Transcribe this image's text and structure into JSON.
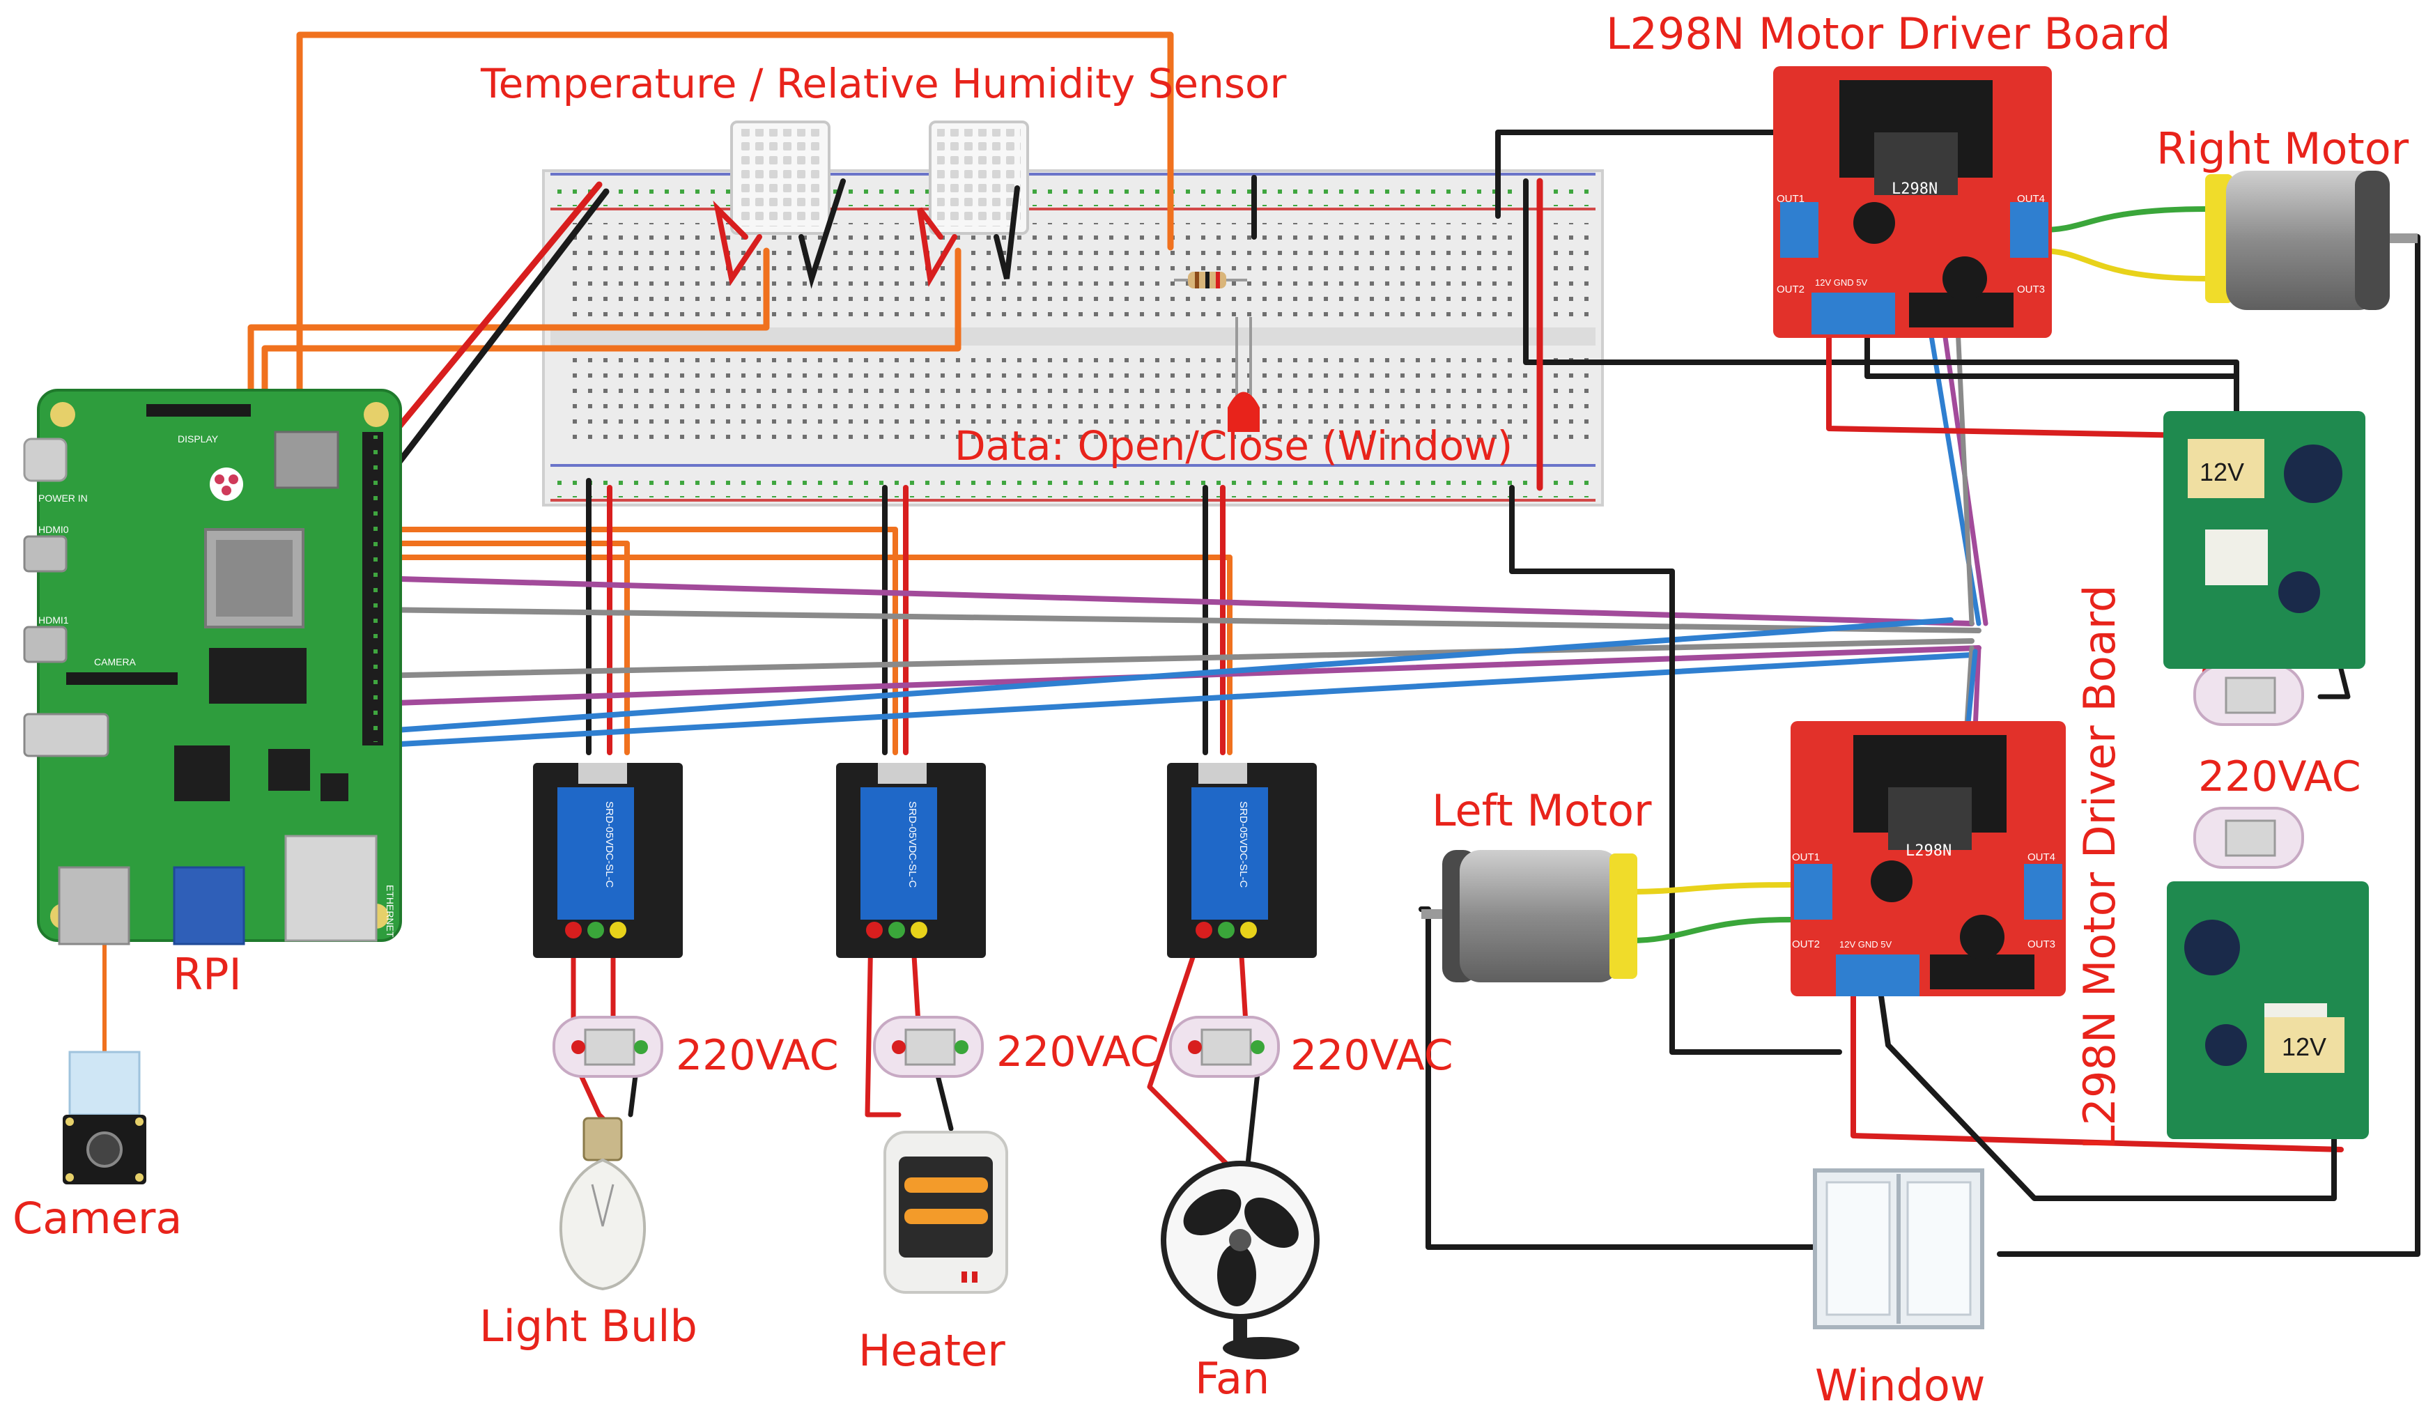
{
  "labels": {
    "sensor": "Temperature / Relative Humidity Sensor",
    "driver_top": "L298N Motor Driver Board",
    "driver_bottom": "L298N Motor Driver Board",
    "right_motor": "Right Motor",
    "left_motor": "Left Motor",
    "data": "Data: Open/Close (Window)",
    "rpi": "RPI",
    "camera": "Camera",
    "light_bulb": "Light Bulb",
    "heater": "Heater",
    "fan": "Fan",
    "window": "Window",
    "vac_1": "220VAC",
    "vac_2": "220VAC",
    "vac_3": "220VAC",
    "vac_4": "220VAC",
    "psu_top": "12V",
    "psu_bottom": "12V"
  },
  "board_text": {
    "chip": "L298N",
    "display": "DISPLAY",
    "power_in": "POWER IN",
    "hdmi0": "HDMI0",
    "hdmi1": "HDMI1",
    "camera_port": "CAMERA",
    "ethernet": "ETHERNET",
    "relay_text": "SRD-05VDC-SL-C",
    "out1": "OUT1",
    "out2": "OUT2",
    "out3": "OUT3",
    "out4": "OUT4",
    "power_pins": "12V GND 5V"
  },
  "colors": {
    "label_red": "#e8231b",
    "wire_orange": "#f0711e",
    "wire_black": "#1a1a1a",
    "wire_red": "#d81e1e",
    "wire_purple": "#a24a9a",
    "wire_blue": "#2f7fd0",
    "wire_gray": "#8a8a8a",
    "wire_yellow": "#e8d21a",
    "wire_green": "#3aa63a",
    "pcb_green": "#2e9d3d",
    "driver_red": "#e2312a",
    "relay_blue": "#1f68c8"
  }
}
